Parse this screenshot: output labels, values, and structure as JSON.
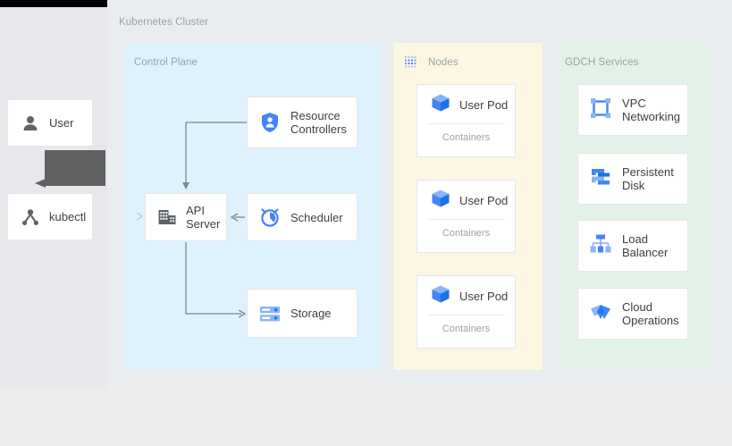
{
  "diagram": {
    "title": "Kubernetes Cluster",
    "colors": {
      "control_plane_bg": "#ddf2fd",
      "nodes_bg": "#fdf6e3",
      "gdch_bg": "#e3f2e9",
      "cluster_bg": "#e9edf0",
      "left_bg": "#e8e7ec",
      "page_bg": "#ececec",
      "icon_blue": "#4285f4",
      "icon_blue_light": "#8ab4f8",
      "icon_gray": "#5f6368",
      "label_gray": "#9aa0a6",
      "text_dark": "#3c4043",
      "connector_gray": "#80868b",
      "overlay_block": "#5f6060"
    }
  },
  "actors": [
    {
      "id": "user",
      "label": "User",
      "icon": "person-icon"
    },
    {
      "id": "kubectl",
      "label": "kubectl",
      "icon": "kubectl-node-icon"
    }
  ],
  "panels": {
    "control_plane": {
      "title": "Control Plane",
      "cards": [
        {
          "id": "resource",
          "label": "Resource Controllers",
          "label_lines": [
            "Resource",
            "Controllers"
          ],
          "icon": "shield-person-icon"
        },
        {
          "id": "api",
          "label": "API Server",
          "label_lines": [
            "API",
            "Server"
          ],
          "icon": "api-server-building-icon"
        },
        {
          "id": "scheduler",
          "label": "Scheduler",
          "label_lines": [
            "Scheduler"
          ],
          "icon": "scheduler-clock-icon"
        },
        {
          "id": "storage",
          "label": "Storage",
          "label_lines": [
            "Storage"
          ],
          "icon": "storage-server-icon"
        }
      ]
    },
    "nodes": {
      "title": "Nodes",
      "icon": "nodes-grid-icon",
      "pods": [
        {
          "id": "pod-1",
          "name": "User Pod",
          "sub": "Containers",
          "icon": "pod-cube-icon"
        },
        {
          "id": "pod-2",
          "name": "User Pod",
          "sub": "Containers",
          "icon": "pod-cube-icon"
        },
        {
          "id": "pod-3",
          "name": "User Pod",
          "sub": "Containers",
          "icon": "pod-cube-icon"
        }
      ]
    },
    "gdch_services": {
      "title": "GDCH Services",
      "services": [
        {
          "id": "vpc",
          "label": "VPC Networking",
          "label_lines": [
            "VPC",
            "Networking"
          ],
          "icon": "vpc-networking-icon"
        },
        {
          "id": "disk",
          "label": "Persistent Disk",
          "label_lines": [
            "Persistent",
            "Disk"
          ],
          "icon": "persistent-disk-icon"
        },
        {
          "id": "lb",
          "label": "Load Balancer",
          "label_lines": [
            "Load",
            "Balancer"
          ],
          "icon": "load-balancer-icon"
        },
        {
          "id": "operations",
          "label": "Cloud Operations",
          "label_lines": [
            "Cloud",
            "Operations"
          ],
          "icon": "cloud-operations-icon"
        }
      ]
    }
  },
  "connections": [
    {
      "id": "kubectl-to-api",
      "from": "kubectl",
      "to": "api",
      "direction": "forward"
    },
    {
      "id": "resource-to-api",
      "from": "resource",
      "to": "api",
      "direction": "forward"
    },
    {
      "id": "scheduler-to-api",
      "from": "scheduler",
      "to": "api",
      "direction": "forward"
    },
    {
      "id": "api-to-storage",
      "from": "api",
      "to": "storage",
      "direction": "forward"
    }
  ]
}
